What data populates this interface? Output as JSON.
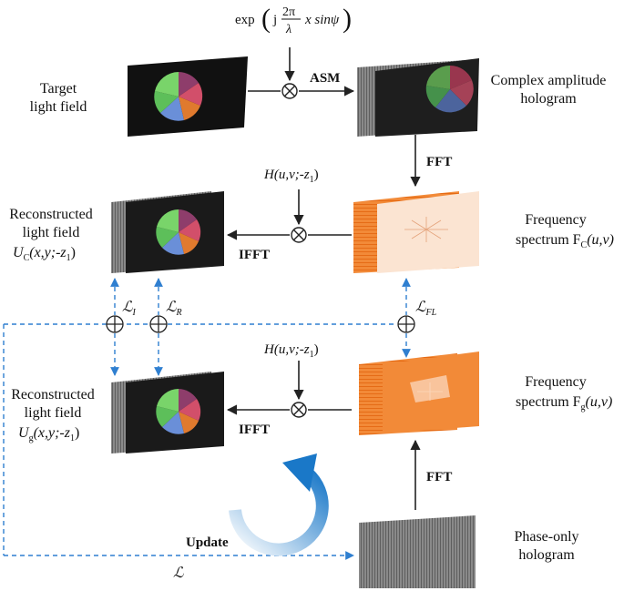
{
  "formula_top": {
    "exp": "exp",
    "j": "j",
    "num": "2π",
    "den": "λ",
    "tail": "x sinψ"
  },
  "labels": {
    "target": [
      "Target",
      "light field"
    ],
    "complex": [
      "Complex amplitude",
      "hologram"
    ],
    "freq_c": [
      "Frequency",
      "spectrum F",
      "C",
      "(u,v)"
    ],
    "freq_g": [
      "Frequency",
      "spectrum F",
      "g",
      "(u,v)"
    ],
    "recon_c": [
      "Reconstructed",
      "light field",
      "U",
      "C",
      "(x,y;-z",
      "1",
      ")"
    ],
    "recon_g": [
      "Reconstructed",
      "light field",
      "U",
      "g",
      "(x,y;-z",
      "1",
      ")"
    ],
    "phase_only": [
      "Phase-only",
      "hologram"
    ]
  },
  "ops": {
    "asm": "ASM",
    "fft_top": "FFT",
    "ifft_top": "IFFT",
    "ifft_bottom": "IFFT",
    "fft_bottom": "FFT",
    "update": "Update"
  },
  "transfer": {
    "text": "H(u,v;-z",
    "sub": "1",
    "close": ")"
  },
  "losses": {
    "l_i": "ℒ",
    "l_i_sub": "I",
    "l_r": "ℒ",
    "l_r_sub": "R",
    "l_fl": "ℒ",
    "l_fl_sub": "FL",
    "l_total": "ℒ"
  },
  "colors": {
    "arrow": "#222222",
    "dashed_blue": "#2f7fd0",
    "orange": "#f07f2a",
    "dark_panel": "#1c1c1c",
    "grey_panel": "#7a7a7a"
  }
}
